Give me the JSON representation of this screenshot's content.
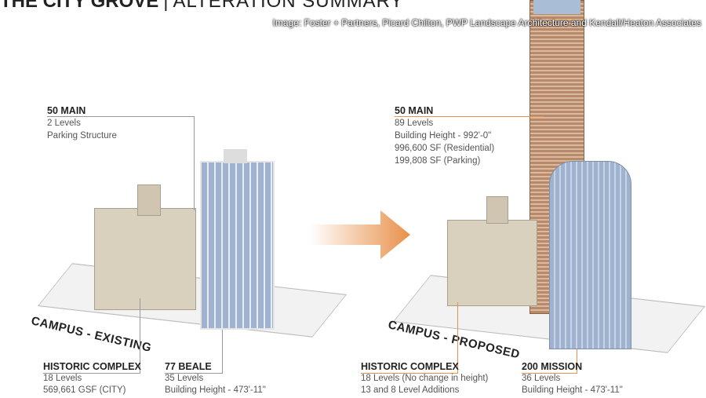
{
  "title": {
    "main": "THE CITY GROVE",
    "separator": "|",
    "sub": "ALTERATION SUMMARY"
  },
  "existing": {
    "campus_label": "CAMPUS - EXISTING",
    "main50": {
      "name": "50 MAIN",
      "lines": [
        "2 Levels",
        "Parking Structure"
      ]
    },
    "historic": {
      "name": "HISTORIC COMPLEX",
      "lines": [
        "18 Levels",
        "569,661 GSF (CITY)"
      ]
    },
    "beale77": {
      "name": "77 BEALE",
      "lines": [
        "35 Levels",
        "Building Height - 473'-11\""
      ]
    }
  },
  "proposed": {
    "campus_label": "CAMPUS - PROPOSED",
    "main50": {
      "name": "50 MAIN",
      "lines": [
        "89 Levels",
        "Building Height - 992'-0\"",
        "996,600 SF (Residential)",
        "199,808 SF (Parking)"
      ]
    },
    "historic": {
      "name": "HISTORIC COMPLEX",
      "lines": [
        "18 Levels (No change in height)",
        "13 and 8 Level Additions"
      ]
    },
    "mission200": {
      "name": "200 MISSION",
      "lines": [
        "36 Levels",
        "Building Height - 473'-11\""
      ]
    }
  },
  "credit": "Image: Foster + Partners, Picard Chilton, PWP Landscape Architecture and Kendall/Heaton Associates",
  "colors": {
    "accent": "#e8914a",
    "tower_glass": "#9fb3d1",
    "tower_copper": "#b98a6a",
    "stone": "#d9d0bd"
  }
}
